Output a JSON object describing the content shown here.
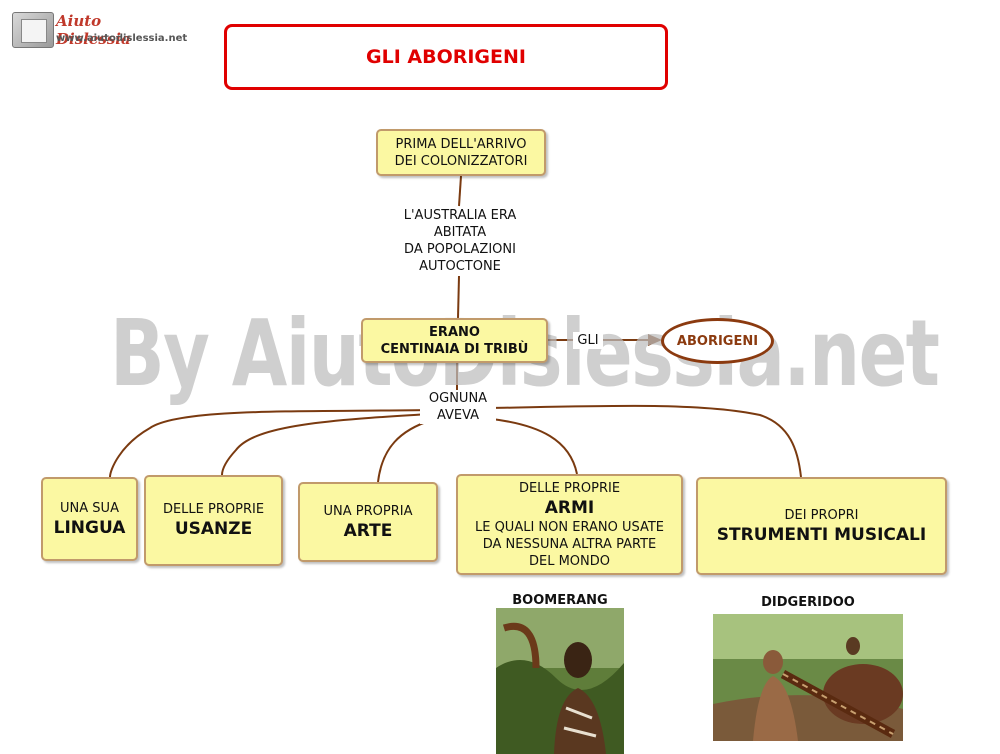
{
  "header": {
    "logo_name": "Aiuto Dislessia",
    "logo_url": "www.aiutodislessia.net"
  },
  "title": "GLI ABORIGENI",
  "watermark": "By AiutoDislessia.net",
  "nodes": {
    "prima": [
      "PRIMA DELL'ARRIVO",
      "DEI COLONIZZATORI"
    ],
    "link_australia": [
      "L'AUSTRALIA ERA",
      "ABITATA",
      "DA POPOLAZIONI",
      "AUTOCTONE"
    ],
    "erano": [
      "ERANO",
      "CENTINAIA DI TRIBÙ"
    ],
    "link_gli": "GLI",
    "aborigeni": "ABORIGENI",
    "link_ognuna": [
      "OGNUNA",
      "AVEVA"
    ],
    "lingua": {
      "small": "UNA SUA",
      "big": "LINGUA"
    },
    "usanze": {
      "small": "DELLE PROPRIE",
      "big": "USANZE"
    },
    "arte": {
      "small": "UNA PROPRIA",
      "big": "ARTE"
    },
    "armi": {
      "small": "DELLE PROPRIE",
      "big": "ARMI",
      "rest": [
        "LE QUALI NON ERANO USATE",
        "DA NESSUNA ALTRA PARTE",
        "DEL MONDO"
      ]
    },
    "strumenti": {
      "small": "DEI PROPRI",
      "big": "STRUMENTI MUSICALI"
    }
  },
  "photos": {
    "boomerang": "BOOMERANG",
    "didgeridoo": "DIDGERIDOO"
  },
  "colors": {
    "title_red": "#e00000",
    "node_fill": "#fbf8a2",
    "node_border": "#c19a6b",
    "connector": "#7a3a10",
    "aborigeni": "#8b3a0f",
    "watermark": "#bdbdbd"
  }
}
